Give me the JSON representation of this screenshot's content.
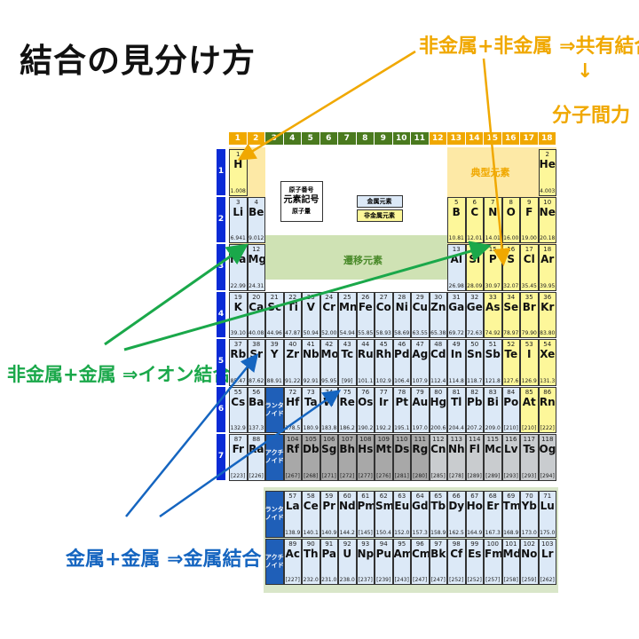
{
  "title": "結合の見分け方",
  "labels": {
    "covalent": "非金属+非金属 ⇒共有結合",
    "down_arrow": "↓",
    "molecular": "分子間力",
    "ionic": "非金属+金属 ⇒イオン結合",
    "metallic": "金属+金属 ⇒金属結合"
  },
  "colors": {
    "covalent": "#f0a800",
    "ionic": "#1aa84a",
    "metallic": "#1565c0",
    "metal_cell": "#dce9f7",
    "nonmetal_cell": "#fdf79a",
    "group_orange": "#f0a800",
    "group_green": "#4a7a1e",
    "period_bar": "#0a2bd6"
  },
  "table": {
    "groups": [
      "1",
      "2",
      "3",
      "4",
      "5",
      "6",
      "7",
      "8",
      "9",
      "10",
      "11",
      "12",
      "13",
      "14",
      "15",
      "16",
      "17",
      "18"
    ],
    "periods": [
      "1",
      "2",
      "3",
      "4",
      "5",
      "6",
      "7"
    ],
    "typical_label": "典型元素",
    "transition_label": "遷移元素",
    "lanthanoid_label": "ランタ\nノイド",
    "actinoid_label": "アクチ\nノイド",
    "legend": {
      "atomic_number": "原子番号",
      "symbol": "元素記号",
      "atomic_weight": "原子量",
      "metal": "金属元素",
      "nonmetal": "非金属元素"
    },
    "elements": [
      {
        "z": "1",
        "s": "H",
        "w": "1.008",
        "g": 1,
        "p": 1,
        "t": "non"
      },
      {
        "z": "2",
        "s": "He",
        "w": "4.003",
        "g": 18,
        "p": 1,
        "t": "non"
      },
      {
        "z": "3",
        "s": "Li",
        "w": "6.941",
        "g": 1,
        "p": 2,
        "t": "met"
      },
      {
        "z": "4",
        "s": "Be",
        "w": "9.012",
        "g": 2,
        "p": 2,
        "t": "met"
      },
      {
        "z": "5",
        "s": "B",
        "w": "10.81",
        "g": 13,
        "p": 2,
        "t": "non"
      },
      {
        "z": "6",
        "s": "C",
        "w": "12.01",
        "g": 14,
        "p": 2,
        "t": "non"
      },
      {
        "z": "7",
        "s": "N",
        "w": "14.01",
        "g": 15,
        "p": 2,
        "t": "non"
      },
      {
        "z": "8",
        "s": "O",
        "w": "16.00",
        "g": 16,
        "p": 2,
        "t": "non"
      },
      {
        "z": "9",
        "s": "F",
        "w": "19.00",
        "g": 17,
        "p": 2,
        "t": "non"
      },
      {
        "z": "10",
        "s": "Ne",
        "w": "20.18",
        "g": 18,
        "p": 2,
        "t": "non"
      },
      {
        "z": "11",
        "s": "Na",
        "w": "22.99",
        "g": 1,
        "p": 3,
        "t": "met"
      },
      {
        "z": "12",
        "s": "Mg",
        "w": "24.31",
        "g": 2,
        "p": 3,
        "t": "met"
      },
      {
        "z": "13",
        "s": "Al",
        "w": "26.98",
        "g": 13,
        "p": 3,
        "t": "met"
      },
      {
        "z": "14",
        "s": "Si",
        "w": "28.09",
        "g": 14,
        "p": 3,
        "t": "non"
      },
      {
        "z": "15",
        "s": "P",
        "w": "30.97",
        "g": 15,
        "p": 3,
        "t": "non"
      },
      {
        "z": "16",
        "s": "S",
        "w": "32.07",
        "g": 16,
        "p": 3,
        "t": "non"
      },
      {
        "z": "17",
        "s": "Cl",
        "w": "35.45",
        "g": 17,
        "p": 3,
        "t": "non"
      },
      {
        "z": "18",
        "s": "Ar",
        "w": "39.95",
        "g": 18,
        "p": 3,
        "t": "non"
      },
      {
        "z": "19",
        "s": "K",
        "w": "39.10",
        "g": 1,
        "p": 4,
        "t": "met"
      },
      {
        "z": "20",
        "s": "Ca",
        "w": "40.08",
        "g": 2,
        "p": 4,
        "t": "met"
      },
      {
        "z": "21",
        "s": "Sc",
        "w": "44.96",
        "g": 3,
        "p": 4,
        "t": "met"
      },
      {
        "z": "22",
        "s": "Ti",
        "w": "47.87",
        "g": 4,
        "p": 4,
        "t": "met"
      },
      {
        "z": "23",
        "s": "V",
        "w": "50.94",
        "g": 5,
        "p": 4,
        "t": "met"
      },
      {
        "z": "24",
        "s": "Cr",
        "w": "52.00",
        "g": 6,
        "p": 4,
        "t": "met"
      },
      {
        "z": "25",
        "s": "Mn",
        "w": "54.94",
        "g": 7,
        "p": 4,
        "t": "met"
      },
      {
        "z": "26",
        "s": "Fe",
        "w": "55.85",
        "g": 8,
        "p": 4,
        "t": "met"
      },
      {
        "z": "27",
        "s": "Co",
        "w": "58.93",
        "g": 9,
        "p": 4,
        "t": "met"
      },
      {
        "z": "28",
        "s": "Ni",
        "w": "58.69",
        "g": 10,
        "p": 4,
        "t": "met"
      },
      {
        "z": "29",
        "s": "Cu",
        "w": "63.55",
        "g": 11,
        "p": 4,
        "t": "met"
      },
      {
        "z": "30",
        "s": "Zn",
        "w": "65.38",
        "g": 12,
        "p": 4,
        "t": "met"
      },
      {
        "z": "31",
        "s": "Ga",
        "w": "69.72",
        "g": 13,
        "p": 4,
        "t": "met"
      },
      {
        "z": "32",
        "s": "Ge",
        "w": "72.63",
        "g": 14,
        "p": 4,
        "t": "met"
      },
      {
        "z": "33",
        "s": "As",
        "w": "74.92",
        "g": 15,
        "p": 4,
        "t": "non"
      },
      {
        "z": "34",
        "s": "Se",
        "w": "78.97",
        "g": 16,
        "p": 4,
        "t": "non"
      },
      {
        "z": "35",
        "s": "Br",
        "w": "79.90",
        "g": 17,
        "p": 4,
        "t": "non"
      },
      {
        "z": "36",
        "s": "Kr",
        "w": "83.80",
        "g": 18,
        "p": 4,
        "t": "non"
      },
      {
        "z": "37",
        "s": "Rb",
        "w": "85.47",
        "g": 1,
        "p": 5,
        "t": "met"
      },
      {
        "z": "38",
        "s": "Sr",
        "w": "87.62",
        "g": 2,
        "p": 5,
        "t": "met"
      },
      {
        "z": "39",
        "s": "Y",
        "w": "88.91",
        "g": 3,
        "p": 5,
        "t": "met"
      },
      {
        "z": "40",
        "s": "Zr",
        "w": "91.22",
        "g": 4,
        "p": 5,
        "t": "met"
      },
      {
        "z": "41",
        "s": "Nb",
        "w": "92.91",
        "g": 5,
        "p": 5,
        "t": "met"
      },
      {
        "z": "42",
        "s": "Mo",
        "w": "95.95",
        "g": 6,
        "p": 5,
        "t": "met"
      },
      {
        "z": "43",
        "s": "Tc",
        "w": "[99]",
        "g": 7,
        "p": 5,
        "t": "met"
      },
      {
        "z": "44",
        "s": "Ru",
        "w": "101.1",
        "g": 8,
        "p": 5,
        "t": "met"
      },
      {
        "z": "45",
        "s": "Rh",
        "w": "102.9",
        "g": 9,
        "p": 5,
        "t": "met"
      },
      {
        "z": "46",
        "s": "Pd",
        "w": "106.4",
        "g": 10,
        "p": 5,
        "t": "met"
      },
      {
        "z": "47",
        "s": "Ag",
        "w": "107.9",
        "g": 11,
        "p": 5,
        "t": "met"
      },
      {
        "z": "48",
        "s": "Cd",
        "w": "112.4",
        "g": 12,
        "p": 5,
        "t": "met"
      },
      {
        "z": "49",
        "s": "In",
        "w": "114.8",
        "g": 13,
        "p": 5,
        "t": "met"
      },
      {
        "z": "50",
        "s": "Sn",
        "w": "118.7",
        "g": 14,
        "p": 5,
        "t": "met"
      },
      {
        "z": "51",
        "s": "Sb",
        "w": "121.8",
        "g": 15,
        "p": 5,
        "t": "met"
      },
      {
        "z": "52",
        "s": "Te",
        "w": "127.6",
        "g": 16,
        "p": 5,
        "t": "non"
      },
      {
        "z": "53",
        "s": "I",
        "w": "126.9",
        "g": 17,
        "p": 5,
        "t": "non"
      },
      {
        "z": "54",
        "s": "Xe",
        "w": "131.3",
        "g": 18,
        "p": 5,
        "t": "non"
      },
      {
        "z": "55",
        "s": "Cs",
        "w": "132.9",
        "g": 1,
        "p": 6,
        "t": "met"
      },
      {
        "z": "56",
        "s": "Ba",
        "w": "137.3",
        "g": 2,
        "p": 6,
        "t": "met"
      },
      {
        "z": "72",
        "s": "Hf",
        "w": "178.5",
        "g": 4,
        "p": 6,
        "t": "met"
      },
      {
        "z": "73",
        "s": "Ta",
        "w": "180.9",
        "g": 5,
        "p": 6,
        "t": "met"
      },
      {
        "z": "74",
        "s": "W",
        "w": "183.8",
        "g": 6,
        "p": 6,
        "t": "met"
      },
      {
        "z": "75",
        "s": "Re",
        "w": "186.2",
        "g": 7,
        "p": 6,
        "t": "met"
      },
      {
        "z": "76",
        "s": "Os",
        "w": "190.2",
        "g": 8,
        "p": 6,
        "t": "met"
      },
      {
        "z": "77",
        "s": "Ir",
        "w": "192.2",
        "g": 9,
        "p": 6,
        "t": "met"
      },
      {
        "z": "78",
        "s": "Pt",
        "w": "195.1",
        "g": 10,
        "p": 6,
        "t": "met"
      },
      {
        "z": "79",
        "s": "Au",
        "w": "197.0",
        "g": 11,
        "p": 6,
        "t": "met"
      },
      {
        "z": "80",
        "s": "Hg",
        "w": "200.6",
        "g": 12,
        "p": 6,
        "t": "met"
      },
      {
        "z": "81",
        "s": "Tl",
        "w": "204.4",
        "g": 13,
        "p": 6,
        "t": "met"
      },
      {
        "z": "82",
        "s": "Pb",
        "w": "207.2",
        "g": 14,
        "p": 6,
        "t": "met"
      },
      {
        "z": "83",
        "s": "Bi",
        "w": "209.0",
        "g": 15,
        "p": 6,
        "t": "met"
      },
      {
        "z": "84",
        "s": "Po",
        "w": "[210]",
        "g": 16,
        "p": 6,
        "t": "met"
      },
      {
        "z": "85",
        "s": "At",
        "w": "[210]",
        "g": 17,
        "p": 6,
        "t": "non"
      },
      {
        "z": "86",
        "s": "Rn",
        "w": "[222]",
        "g": 18,
        "p": 6,
        "t": "non"
      },
      {
        "z": "87",
        "s": "Fr",
        "w": "[223]",
        "g": 1,
        "p": 7,
        "t": "met"
      },
      {
        "z": "88",
        "s": "Ra",
        "w": "[226]",
        "g": 2,
        "p": 7,
        "t": "met"
      },
      {
        "z": "104",
        "s": "Rf",
        "w": "[267]",
        "g": 4,
        "p": 7,
        "t": "dark"
      },
      {
        "z": "105",
        "s": "Db",
        "w": "[268]",
        "g": 5,
        "p": 7,
        "t": "dark"
      },
      {
        "z": "106",
        "s": "Sg",
        "w": "[271]",
        "g": 6,
        "p": 7,
        "t": "dark"
      },
      {
        "z": "107",
        "s": "Bh",
        "w": "[272]",
        "g": 7,
        "p": 7,
        "t": "dark"
      },
      {
        "z": "108",
        "s": "Hs",
        "w": "[277]",
        "g": 8,
        "p": 7,
        "t": "dark"
      },
      {
        "z": "109",
        "s": "Mt",
        "w": "[276]",
        "g": 9,
        "p": 7,
        "t": "dark"
      },
      {
        "z": "110",
        "s": "Ds",
        "w": "[281]",
        "g": 10,
        "p": 7,
        "t": "dark"
      },
      {
        "z": "111",
        "s": "Rg",
        "w": "[280]",
        "g": 11,
        "p": 7,
        "t": "dark"
      },
      {
        "z": "112",
        "s": "Cn",
        "w": "[285]",
        "g": 12,
        "p": 7,
        "t": "darkb"
      },
      {
        "z": "113",
        "s": "Nh",
        "w": "[278]",
        "g": 13,
        "p": 7,
        "t": "darkb"
      },
      {
        "z": "114",
        "s": "Fl",
        "w": "[289]",
        "g": 14,
        "p": 7,
        "t": "darkb"
      },
      {
        "z": "115",
        "s": "Mc",
        "w": "[289]",
        "g": 15,
        "p": 7,
        "t": "darkb"
      },
      {
        "z": "116",
        "s": "Lv",
        "w": "[293]",
        "g": 16,
        "p": 7,
        "t": "darkb"
      },
      {
        "z": "117",
        "s": "Ts",
        "w": "[293]",
        "g": 17,
        "p": 7,
        "t": "darkb"
      },
      {
        "z": "118",
        "s": "Og",
        "w": "[294]",
        "g": 18,
        "p": 7,
        "t": "darkb"
      }
    ],
    "lanthanoids": [
      {
        "z": "57",
        "s": "La",
        "w": "138.9"
      },
      {
        "z": "58",
        "s": "Ce",
        "w": "140.1"
      },
      {
        "z": "59",
        "s": "Pr",
        "w": "140.9"
      },
      {
        "z": "60",
        "s": "Nd",
        "w": "144.2"
      },
      {
        "z": "61",
        "s": "Pm",
        "w": "[145]"
      },
      {
        "z": "62",
        "s": "Sm",
        "w": "150.4"
      },
      {
        "z": "63",
        "s": "Eu",
        "w": "152.0"
      },
      {
        "z": "64",
        "s": "Gd",
        "w": "157.3"
      },
      {
        "z": "65",
        "s": "Tb",
        "w": "158.9"
      },
      {
        "z": "66",
        "s": "Dy",
        "w": "162.5"
      },
      {
        "z": "67",
        "s": "Ho",
        "w": "164.9"
      },
      {
        "z": "68",
        "s": "Er",
        "w": "167.3"
      },
      {
        "z": "69",
        "s": "Tm",
        "w": "168.9"
      },
      {
        "z": "70",
        "s": "Yb",
        "w": "173.0"
      },
      {
        "z": "71",
        "s": "Lu",
        "w": "175.0"
      }
    ],
    "actinoids": [
      {
        "z": "89",
        "s": "Ac",
        "w": "[227]"
      },
      {
        "z": "90",
        "s": "Th",
        "w": "232.0"
      },
      {
        "z": "91",
        "s": "Pa",
        "w": "231.0"
      },
      {
        "z": "92",
        "s": "U",
        "w": "238.0"
      },
      {
        "z": "93",
        "s": "Np",
        "w": "[237]"
      },
      {
        "z": "94",
        "s": "Pu",
        "w": "[239]"
      },
      {
        "z": "95",
        "s": "Am",
        "w": "[243]"
      },
      {
        "z": "96",
        "s": "Cm",
        "w": "[247]"
      },
      {
        "z": "97",
        "s": "Bk",
        "w": "[247]"
      },
      {
        "z": "98",
        "s": "Cf",
        "w": "[252]"
      },
      {
        "z": "99",
        "s": "Es",
        "w": "[252]"
      },
      {
        "z": "100",
        "s": "Fm",
        "w": "[257]"
      },
      {
        "z": "101",
        "s": "Md",
        "w": "[258]"
      },
      {
        "z": "102",
        "s": "No",
        "w": "[259]"
      },
      {
        "z": "103",
        "s": "Lr",
        "w": "[262]"
      }
    ]
  }
}
